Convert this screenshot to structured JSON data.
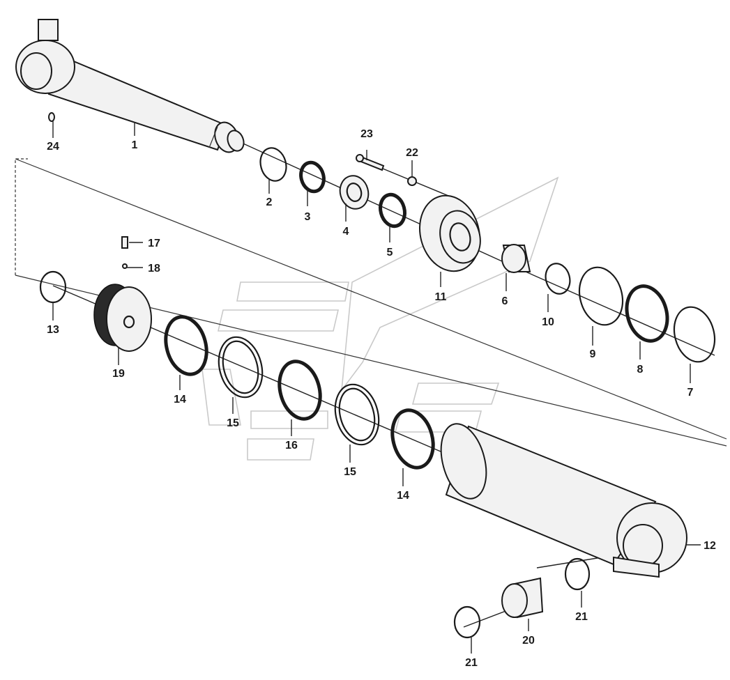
{
  "callouts": [
    {
      "id": "c1",
      "label": "1"
    },
    {
      "id": "c2",
      "label": "2"
    },
    {
      "id": "c3",
      "label": "3"
    },
    {
      "id": "c4",
      "label": "4"
    },
    {
      "id": "c5",
      "label": "5"
    },
    {
      "id": "c6",
      "label": "6"
    },
    {
      "id": "c7",
      "label": "7"
    },
    {
      "id": "c8",
      "label": "8"
    },
    {
      "id": "c9",
      "label": "9"
    },
    {
      "id": "c10",
      "label": "10"
    },
    {
      "id": "c11",
      "label": "11"
    },
    {
      "id": "c12",
      "label": "12"
    },
    {
      "id": "c13",
      "label": "13"
    },
    {
      "id": "c14a",
      "label": "14"
    },
    {
      "id": "c14b",
      "label": "14"
    },
    {
      "id": "c15a",
      "label": "15"
    },
    {
      "id": "c15b",
      "label": "15"
    },
    {
      "id": "c16",
      "label": "16"
    },
    {
      "id": "c17",
      "label": "17"
    },
    {
      "id": "c18",
      "label": "18"
    },
    {
      "id": "c19",
      "label": "19"
    },
    {
      "id": "c20",
      "label": "20"
    },
    {
      "id": "c21a",
      "label": "21"
    },
    {
      "id": "c21b",
      "label": "21"
    },
    {
      "id": "c22",
      "label": "22"
    },
    {
      "id": "c23",
      "label": "23"
    },
    {
      "id": "c24",
      "label": "24"
    }
  ]
}
